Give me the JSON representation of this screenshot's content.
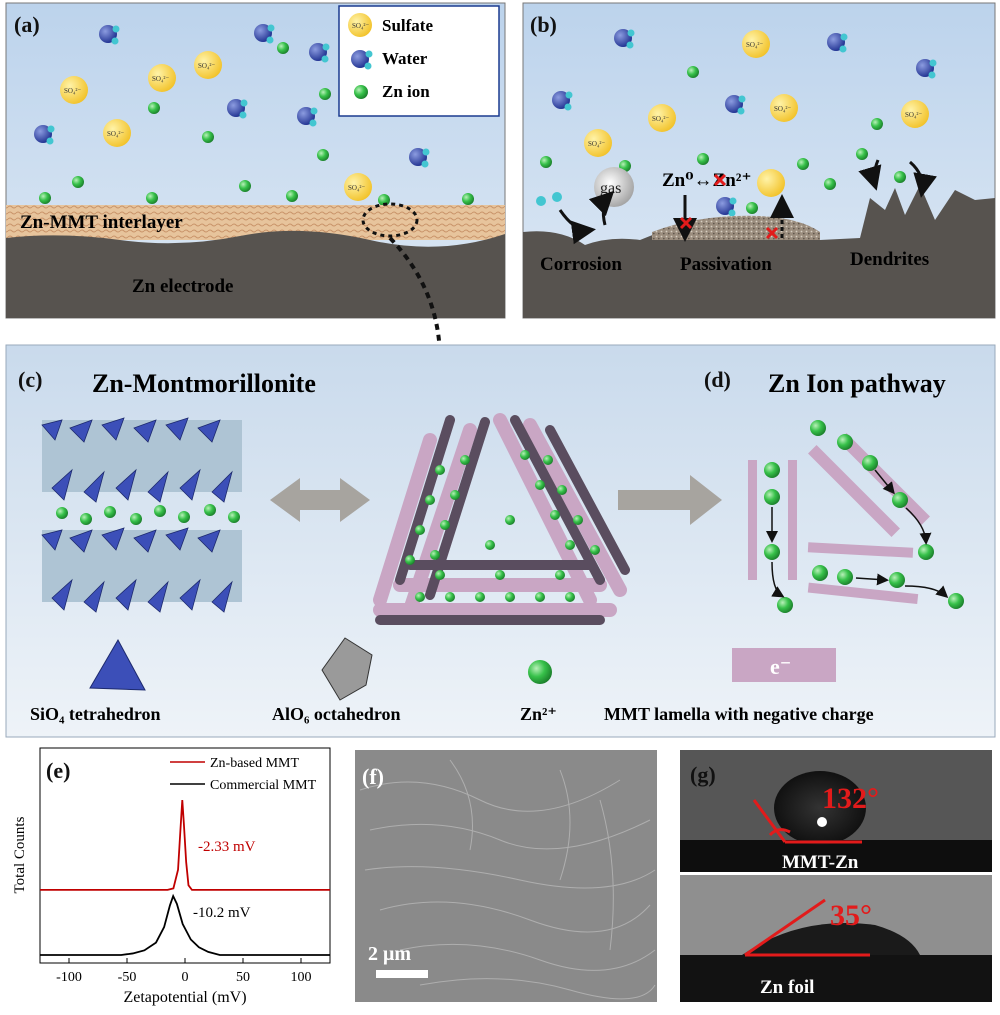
{
  "panels": {
    "a": {
      "letter": "(a)",
      "legend": {
        "sulfate": "Sulfate",
        "water": "Water",
        "zn_ion": "Zn ion"
      },
      "sulfate_symbol": "SO4 2-",
      "interlayer_label": "Zn-MMT interlayer",
      "electrode_label": "Zn electrode"
    },
    "b": {
      "letter": "(b)",
      "gas_label": "gas",
      "reaction_label": "Zn⁰↔Zn²⁺",
      "corrosion_label": "Corrosion",
      "passivation_label": "Passivation",
      "dendrites_label": "Dendrites"
    },
    "c": {
      "letter": "(c)",
      "title": "Zn-Montmorillonite",
      "legend_sio4": "SiO₄ tetrahedron",
      "legend_alo6": "AlO₆ octahedron",
      "legend_zn": "Zn²⁺"
    },
    "d": {
      "letter": "(d)",
      "title": "Zn Ion pathway",
      "electron_label": "e⁻",
      "lamella_legend": "MMT lamella with negative charge"
    },
    "e": {
      "letter": "(e)",
      "ylabel": "Total Counts",
      "xlabel": "Zetapotential (mV)",
      "annotation_red": "-2.33 mV",
      "annotation_black": "-10.2 mV"
    },
    "f": {
      "letter": "(f)",
      "scale_bar": "2 μm"
    },
    "g": {
      "letter": "(g)",
      "angle_top": "132°",
      "label_top": "MMT-Zn",
      "angle_bottom": "35°",
      "label_bottom": "Zn foil"
    }
  },
  "chart_data": {
    "type": "line",
    "title": "",
    "xlabel": "Zetapotential (mV)",
    "ylabel": "Total Counts",
    "xlim": [
      -125,
      125
    ],
    "xticks": [
      -100,
      -50,
      0,
      50,
      100
    ],
    "legend_position": "top-right",
    "series": [
      {
        "name": "Zn-based MMT",
        "color": "#c00000",
        "peak": -2.33,
        "x": [
          -125,
          -15,
          -10,
          -6,
          -4,
          -2.33,
          -1,
          1,
          3,
          6,
          125
        ],
        "y": [
          0.42,
          0.42,
          0.43,
          0.55,
          0.8,
          1.0,
          0.85,
          0.6,
          0.45,
          0.42,
          0.42
        ]
      },
      {
        "name": "Commercial MMT",
        "color": "#000000",
        "peak": -10.2,
        "x": [
          -125,
          -55,
          -45,
          -35,
          -25,
          -18,
          -13,
          -10.2,
          -7,
          -2,
          5,
          12,
          20,
          30,
          125
        ],
        "y": [
          0,
          0,
          0.01,
          0.03,
          0.08,
          0.18,
          0.32,
          0.38,
          0.33,
          0.2,
          0.1,
          0.05,
          0.02,
          0,
          0
        ]
      }
    ]
  }
}
